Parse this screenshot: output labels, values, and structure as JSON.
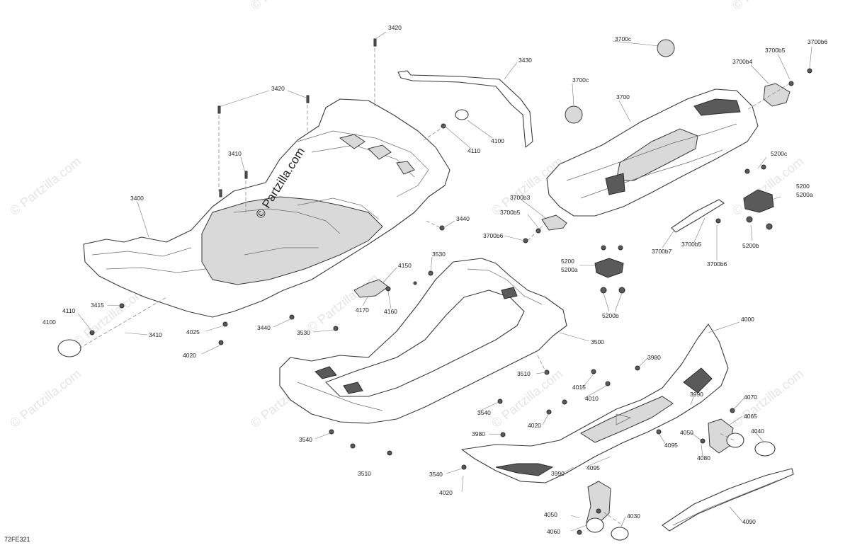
{
  "figure_code": "72FE321",
  "watermark": {
    "brand": "© Partzilla.com",
    "repeat": "© Partzilla.com"
  },
  "callouts": {
    "c3420a": "3420",
    "c3420b": "3420",
    "c3430": "3430",
    "c4100a": "4100",
    "c4110a": "4110",
    "c3410a": "3410",
    "c3400": "3400",
    "c3440a": "3440",
    "c3440b": "3440",
    "c3415": "3415",
    "c4110b": "4110",
    "c4100b": "4100",
    "c3410b": "3410",
    "c4025": "4025",
    "c4020a": "4020",
    "c3530a": "3530",
    "c3530b": "3530",
    "c4150": "4150",
    "c4170": "4170",
    "c4160": "4160",
    "c3500": "3500",
    "c3510a": "3510",
    "c3510b": "3510",
    "c3540a": "3540",
    "c3540b": "3540",
    "c3540c": "3540",
    "c3700c1": "3700c",
    "c3700c2": "3700c",
    "c3700": "3700",
    "c3700b5a": "3700b5",
    "c3700b6a": "3700b6",
    "c3700b4": "3700b4",
    "c3700b3": "3700b3",
    "c3700b5b": "3700b5",
    "c3700b6b": "3700b6",
    "c3700b7": "3700b7",
    "c3700b5c": "3700b5",
    "c3700b6c": "3700b6",
    "c5200c": "5200c",
    "c5200a": "5200",
    "c5200a2": "5200a",
    "c5200b1": "5200b",
    "c5200b": "5200",
    "c5200b2": "5200a",
    "c5200b3": "5200b",
    "c4000": "4000",
    "c3980a": "3980",
    "c3980b": "3980",
    "c3990a": "3990",
    "c3990b": "3990",
    "c4015": "4015",
    "c4010": "4010",
    "c4020b": "4020",
    "c4020c": "4020",
    "c4070": "4070",
    "c4065": "4065",
    "c4050a": "4050",
    "c4050b": "4050",
    "c4040": "4040",
    "c4080": "4080",
    "c4095a": "4095",
    "c4095b": "4095",
    "c4060": "4060",
    "c4030": "4030",
    "c4090": "4090"
  }
}
